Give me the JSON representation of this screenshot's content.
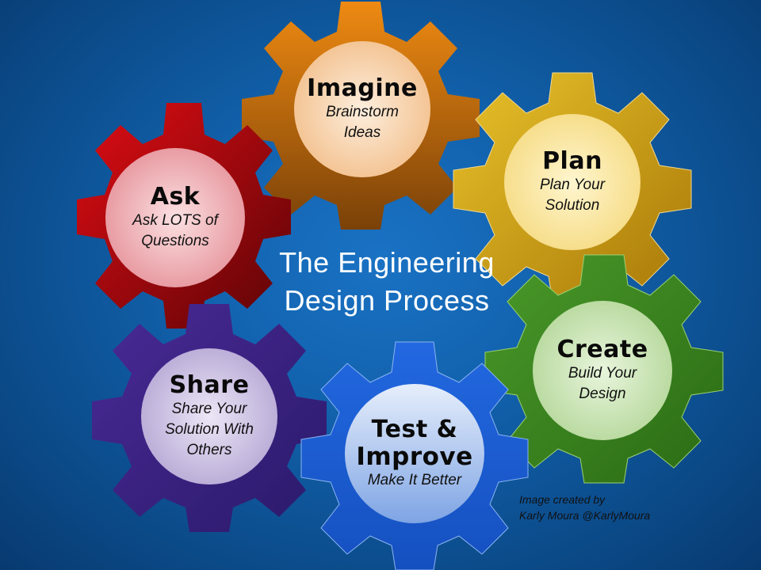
{
  "diagram": {
    "title_line1": "The Engineering",
    "title_line2": "Design Process",
    "credit_line1": "Image created by",
    "credit_line2": "Karly Moura @KarlyMoura",
    "steps": [
      {
        "title": "Imagine",
        "sub1": "Brainstorm",
        "sub2": "Ideas",
        "color": "#d9780f"
      },
      {
        "title": "Plan",
        "sub1": "Plan Your",
        "sub2": "Solution",
        "color": "#d4a214"
      },
      {
        "title": "Ask",
        "sub1": "Ask  LOTS of",
        "sub2": "Questions",
        "color": "#c0101a"
      },
      {
        "title": "Create",
        "sub1": "Build Your",
        "sub2": "Design",
        "color": "#3d8a22"
      },
      {
        "title": "Share",
        "sub1": "Share Your",
        "sub2": "Solution With",
        "sub3": "Others",
        "color": "#3b2a86"
      },
      {
        "title": "Test &",
        "title2": "Improve",
        "sub1": "Make It Better",
        "color": "#1c5fd6"
      }
    ]
  }
}
